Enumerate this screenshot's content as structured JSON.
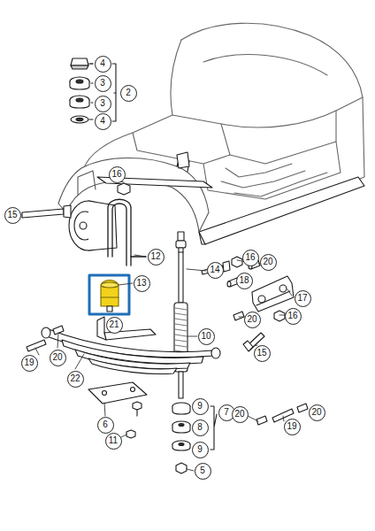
{
  "diagram": {
    "labels": [
      "4",
      "3",
      "2",
      "3",
      "4",
      "16",
      "15",
      "12",
      "14",
      "16",
      "20",
      "18",
      "13",
      "17",
      "20",
      "16",
      "21",
      "19",
      "20",
      "10",
      "15",
      "22",
      "9",
      "7",
      "20",
      "19",
      "20",
      "6",
      "8",
      "11",
      "9",
      "5"
    ]
  }
}
